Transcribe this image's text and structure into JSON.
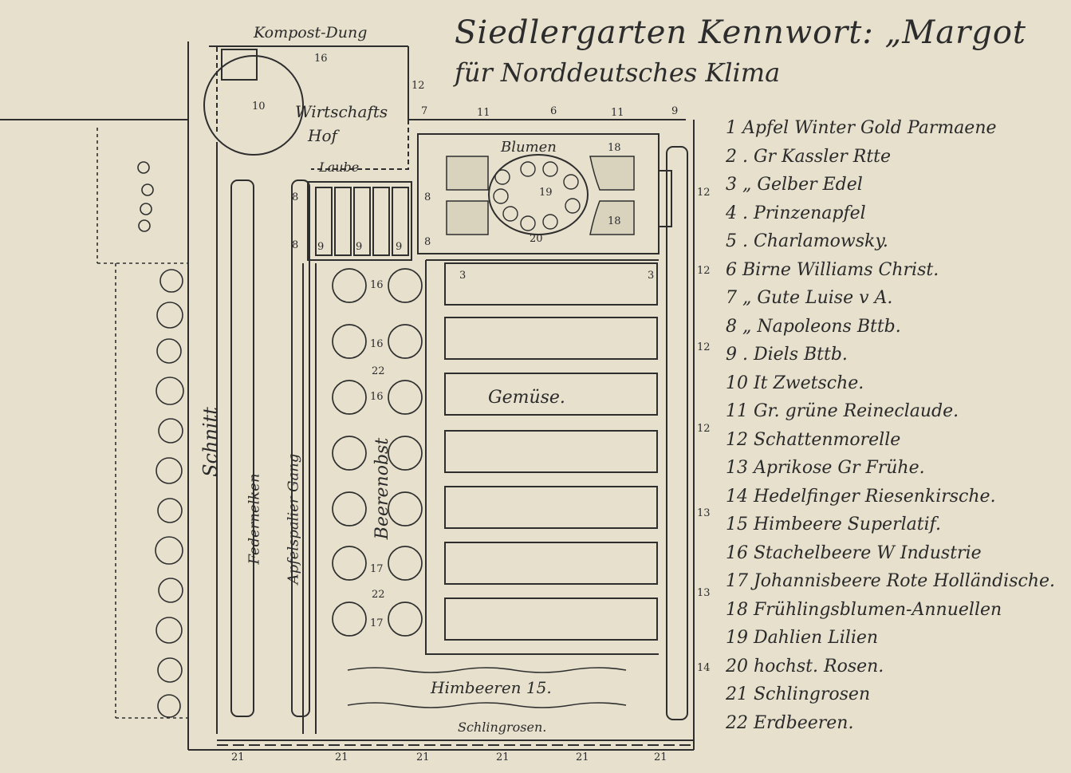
{
  "title": "Siedlergarten Kennwort: „Margot",
  "subtitle": "für Norddeutsches Klima",
  "areas": {
    "kompost": "Kompost-Dung",
    "wirtschaftshof_line1": "Wirtschafts",
    "wirtschaftshof_line2": "Hof",
    "laube": "Laube",
    "blumen": "Blumen",
    "gemuese": "Gemüse.",
    "beerenobst": "Beerenobst",
    "schnitt": "Schnitt",
    "federnelken": "Federnelken",
    "apfelspalier": "Apfelspalier Gang",
    "himbeeren": "Himbeeren 15.",
    "schlingrosen": "Schlingrosen."
  },
  "plan_numbers": {
    "kompost_16": "16",
    "hof_12": "12",
    "hof_10": "10",
    "top_7": "7",
    "top_11a": "11",
    "top_6": "6",
    "top_11b": "11",
    "top_9": "9",
    "blumen_18a": "18",
    "blumen_18b": "18",
    "blumen_19": "19",
    "blumen_20": "20",
    "laube_8a": "8",
    "laube_8b": "8",
    "laube_8c": "8",
    "laube_8d": "8",
    "laube_9a": "9",
    "laube_9b": "9",
    "laube_9c": "9",
    "gem_3a": "3",
    "gem_3b": "3",
    "right_12a": "12",
    "right_12b": "12",
    "right_12c": "12",
    "right_12d": "12",
    "right_13a": "13",
    "right_13b": "13",
    "right_14": "14",
    "beeren_16a": "16",
    "beeren_16b": "16",
    "beeren_16c": "16",
    "beeren_17a": "17",
    "beeren_17b": "17",
    "beeren_22a": "22",
    "beeren_22b": "22",
    "bottom_21a": "21",
    "bottom_21b": "21",
    "bottom_21c": "21",
    "bottom_21d": "21",
    "bottom_21e": "21",
    "bottom_21f": "21"
  },
  "legend": [
    "1 Apfel Winter Gold Parmaene",
    "2  .  Gr Kassler Rtte",
    "3  „  Gelber Edel",
    "4  .  Prinzenapfel",
    "5  .  Charlamowsky.",
    "6 Birne Williams Christ.",
    "7  „  Gute Luise v A.",
    "8  „  Napoleons Bttb.",
    "9  .  Diels Bttb.",
    "10 It Zwetsche.",
    "11 Gr. grüne Reineclaude.",
    "12 Schattenmorelle",
    "13 Aprikose Gr Frühe.",
    "14 Hedelfinger Riesenkirsche.",
    "15 Himbeere Superlatif.",
    "16 Stachelbeere W Industrie",
    "17 Johannisbeere Rote Holländische.",
    "18 Frühlingsblumen-Annuellen",
    "19 Dahlien Lilien",
    "20 hochst. Rosen.",
    "21 Schlingrosen",
    "22 Erdbeeren."
  ]
}
